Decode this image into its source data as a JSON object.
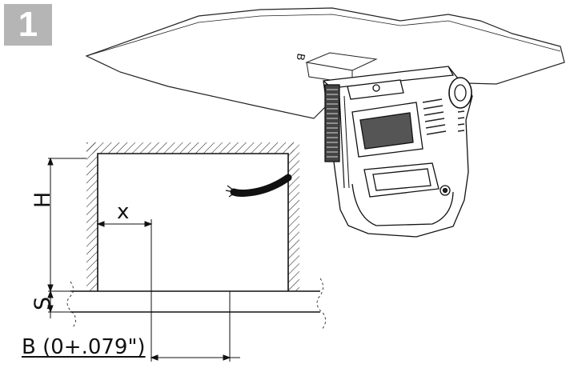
{
  "figure": {
    "step_number": "1",
    "dimension_labels": {
      "h": "H",
      "s": "S",
      "x": "x",
      "b": "B (0+.079\")"
    },
    "slot_label": "B",
    "icons": [
      "wall-opening-diagram",
      "ceiling-slab",
      "mounted-device",
      "cable"
    ]
  }
}
